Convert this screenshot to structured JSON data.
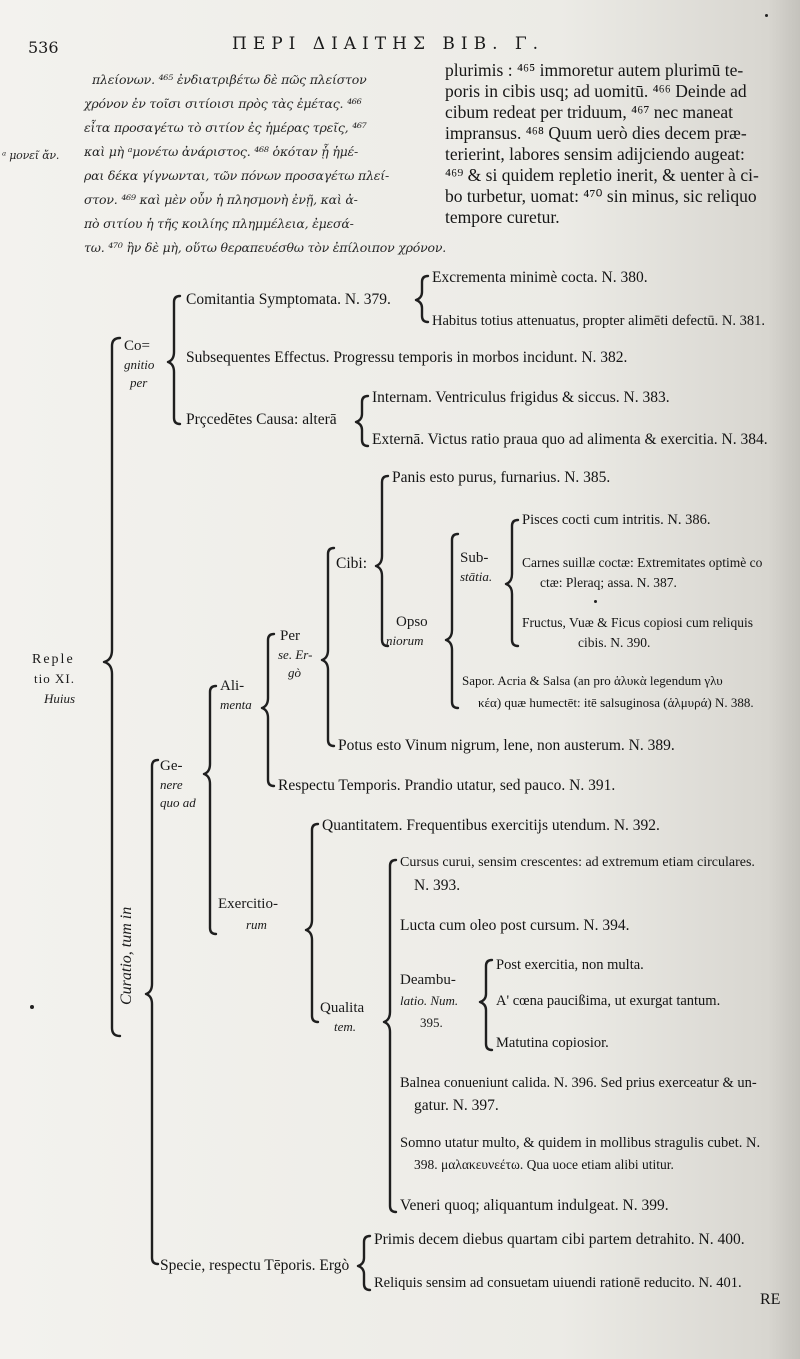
{
  "header": {
    "page_number": "536",
    "running_head": "ΠΕΡΙ ΔΙΑΙΤΗΣ ΒΙΒ. Γ."
  },
  "greek_text": {
    "lines": [
      "πλείονων. ⁴⁶⁵ ἐνδιατριβέτω δὲ πῶς πλείστον",
      "χρόνον ἐν τοῖσι σιτίοισι πρὸς τὰς ἐμέτας. ⁴⁶⁶",
      "εἶτα προσαγέτω τὸ σιτίον ἐς ἡμέρας τρεῖς, ⁴⁶⁷",
      "καὶ μὴ ᵃμονέτω ἀνάριστος. ⁴⁶⁸ ὁκόταν ᾗ ἡμέ-",
      "ραι δέκα γίγνωνται, τῶν πόνων προσαγέτω πλεί-",
      "στον. ⁴⁶⁹ καὶ μὲν οὖν ἡ πλησμονὴ ἐνῇ, καὶ ἀ-",
      "πὸ σιτίου ἡ τῆς κοιλίης πλημμέλεια, ἐμεσά-",
      "τω. ⁴⁷⁰ ἢν δὲ μὴ, οὕτω θεραπευέσθω τὸν ἐπίλοιπον χρόνον."
    ],
    "margin_note": "ᵃ μονεῖ ἄν."
  },
  "latin_text": {
    "lines": [
      "plurimis : ⁴⁶⁵ immoretur autem plurimū te-",
      "poris in cibis usq; ad uomitū. ⁴⁶⁶ Deinde ad",
      "cibum redeat per triduum, ⁴⁶⁷ nec maneat",
      "impransus. ⁴⁶⁸ Quum uerò dies decem præ-",
      "terierint, labores sensim adijciendo augeat:",
      "⁴⁶⁹ & si quidem repletio inerit, & uenter à ci-",
      "bo turbetur, uomat: ⁴⁷⁰ sin minus, sic reliquo",
      "tempore curetur."
    ]
  },
  "tree": {
    "root_l1": "Reple",
    "root_l2": "tio XI.",
    "root_l3": "Huius",
    "cognitio_l1": "Co=",
    "cognitio_l2": "gnitio",
    "cognitio_l3": "per",
    "comitantia": "Comitantia Symptomata. N. 379.",
    "excrementa": "Excrementa minimè cocta. N. 380.",
    "habitus": "Habitus totius attenuatus, propter alimēti defectū. N. 381.",
    "subsequentes": "Subsequentes Effectus. Progressu temporis in morbos incidunt. N. 382.",
    "precedentes": "Prçcedētes Causa: alterā",
    "internam": "Internam. Ventriculus frigidus & siccus. N. 383.",
    "externa": "Externā. Victus ratio praua quo ad alimenta & exercitia. N. 384.",
    "curatio": "Curatio, tum in",
    "genere_l1": "Ge-",
    "genere_l2": "nere",
    "genere_l3": "quo ad",
    "alimenta_l1": "Ali-",
    "alimenta_l2": "menta",
    "perse_l1": "Per",
    "perse_l2": "se. Er-",
    "perse_l3": "gò",
    "cibi": "Cibi:",
    "panis": "Panis esto purus, furnarius. N. 385.",
    "opso_l1": "Opso",
    "opso_l2": "niorum",
    "substatia_l1": "Sub-",
    "substatia_l2": "stātia.",
    "pisces": "Pisces cocti cum intritis. N. 386.",
    "carnes_l1": "Carnes suillæ coctæ: Extremitates optimè co",
    "carnes_l2": "ctæ: Pleraq; assa. N. 387.",
    "fructus_l1": "Fructus, Vuæ & Ficus copiosi cum reliquis",
    "fructus_l2": "cibis. N. 390.",
    "sapor_l1": "Sapor. Acria & Salsa (an pro ἁλυκὰ legendum γλυ",
    "sapor_l2": "κέα) quæ humectēt: itē salsuginosa (ἁλμυρά) N. 388.",
    "potus": "Potus esto Vinum nigrum, lene, non austerum. N. 389.",
    "respectu": "Respectu Temporis. Prandio utatur, sed pauco. N. 391.",
    "exercitiorum_l1": "Exercitio-",
    "exercitiorum_l2": "rum",
    "quantitatem": "Quantitatem. Frequentibus exercitijs utendum. N. 392.",
    "qualitatem_l1": "Qualita",
    "qualitatem_l2": "tem.",
    "cursus_l1": "Cursus curui, sensim crescentes: ad extremum etiam circulares.",
    "cursus_l2": "N. 393.",
    "lucta": "Lucta cum oleo post cursum. N. 394.",
    "deambu_l1": "Deambu-",
    "deambu_l2": "latio. Num.",
    "deambu_l3": "395.",
    "post_ex": "Post exercitia, non multa.",
    "coena": "A' cœna paucißima, ut exurgat tantum.",
    "matutina": "Matutina copiosior.",
    "balnea_l1": "Balnea conueniunt calida. N. 396. Sed prius exerceatur & un-",
    "balnea_l2": "gatur. N. 397.",
    "somno_l1": "Somno utatur multo, & quidem in mollibus stragulis cubet. N.",
    "somno_l2": "398. μαλακευνεέτω. Qua uoce etiam alibi utitur.",
    "veneri": "Veneri quoq; aliquantum indulgeat. N. 399.",
    "specie": "Specie, respectu Tēporis. Ergò",
    "primis": "Primis decem diebus quartam cibi partem detrahito. N. 400.",
    "reliquis": "Reliquis sensim ad consuetam uiuendi rationē reducito. N. 401."
  },
  "catchword": "RE"
}
